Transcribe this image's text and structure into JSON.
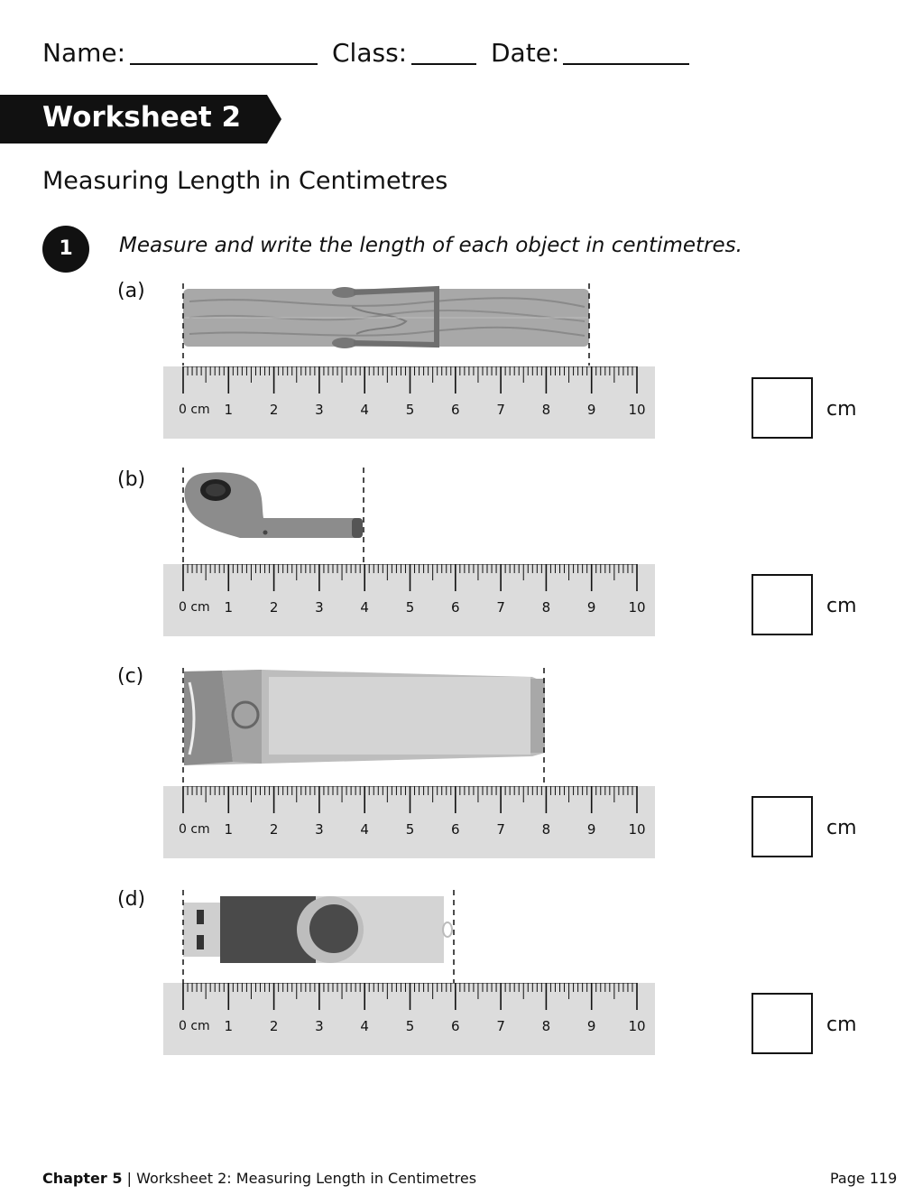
{
  "header": {
    "name_label": "Name:",
    "class_label": "Class:",
    "date_label": "Date:"
  },
  "banner": {
    "title": "Worksheet 2"
  },
  "subtitle": "Measuring Length in Centimetres",
  "question": {
    "number": "1",
    "instruction": "Measure and write the length of each object in centimetres."
  },
  "ruler": {
    "zero_label": "0 cm",
    "tick_labels": [
      "1",
      "2",
      "3",
      "4",
      "5",
      "6",
      "7",
      "8",
      "9",
      "10"
    ]
  },
  "unit_label": "cm",
  "parts": [
    {
      "label": "(a)",
      "object": "clothes-peg",
      "length_cm": 9
    },
    {
      "label": "(b)",
      "object": "earbud",
      "length_cm": 4
    },
    {
      "label": "(c)",
      "object": "nail-clipper",
      "length_cm": 8
    },
    {
      "label": "(d)",
      "object": "usb-drive",
      "length_cm": 6
    }
  ],
  "footer": {
    "chapter": "Chapter 5",
    "separator": "|",
    "text": "Worksheet 2: Measuring Length in Centimetres",
    "page": "Page 119"
  }
}
